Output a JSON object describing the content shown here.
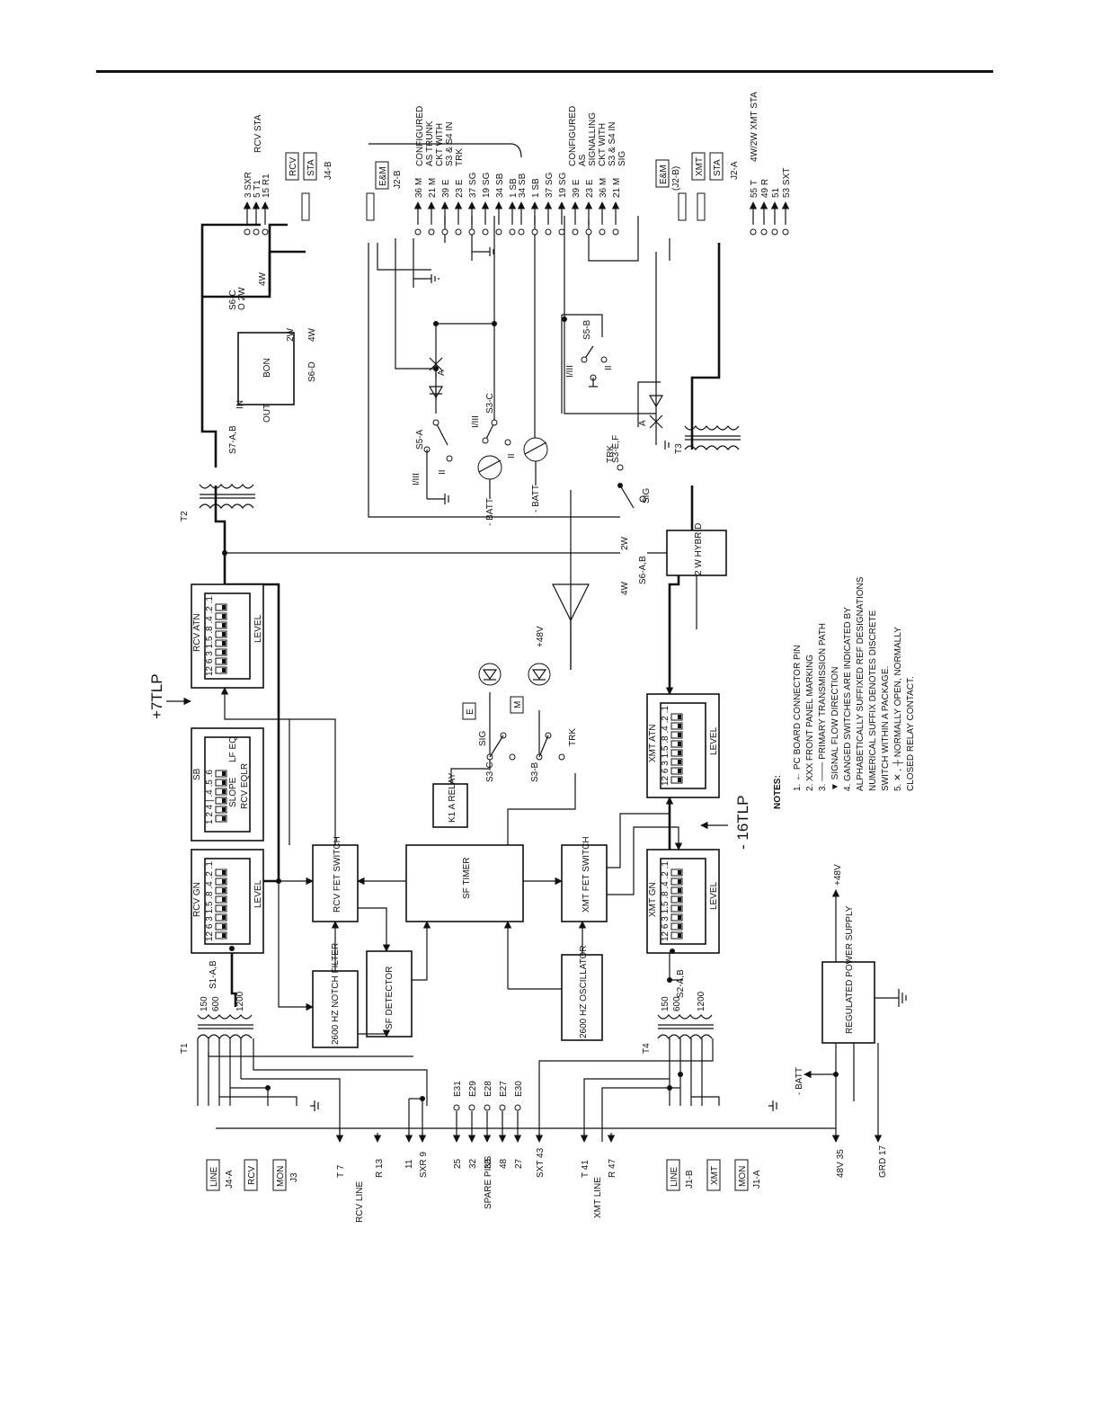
{
  "diagram": {
    "blocks": {
      "rcv_gn": "RCV GN",
      "sb": "SB",
      "rcv_atn": "RCV ATN",
      "xmt_atn": "XMT ATN",
      "xmt_gn": "XMT GN",
      "rcv_fet_switch": "RCV FET SWITCH",
      "sf_timer": "SF TIMER",
      "xmt_fet_switch": "XMT FET SWITCH",
      "notch_filter": "2600 HZ NOTCH FILTER",
      "sf_detector": "SF DETECTOR",
      "oscillator": "2600 HZ OSCILLATOR",
      "k1_relay": "K1 A RELAY",
      "bon": "BON",
      "hybrid": "2 W HYBRID",
      "power_supply": "REGULATED POWER SUPPLY"
    },
    "level_label": "LEVEL",
    "dip_values": "12 6 3 1.5 .8 .4 .2 .1",
    "sb_labels": {
      "dips": "1 2 4 | .4 .5 .6",
      "slope": "SLOPE",
      "lf_eq": "LF EQ",
      "rcv_eqlr": "RCV EQLR"
    },
    "tlp": {
      "plus7": "+7TLP",
      "minus16": "- 16TLP"
    },
    "transformers": [
      "T1",
      "T2",
      "T3",
      "T4"
    ],
    "switch_labels": {
      "s1": "S1-A,B",
      "s2": "S2-A,B",
      "s3b": "S3-B",
      "s3c_upper": "S3-C",
      "s3c_lower": "S3-C",
      "s3ef": "S3-E,F",
      "s5a": "S5-A",
      "s5b": "S5-B",
      "s6ab": "S6-A,B",
      "s6c": "S6-C",
      "s6d": "S6-D",
      "s7": "S7-A,B"
    },
    "impedance": [
      "150",
      "600",
      "1200"
    ],
    "pos_labels": {
      "two_w": "2W",
      "four_w": "4W",
      "o2w": "O 2W",
      "in": "IN",
      "out": "OUT",
      "sig": "SIG",
      "trk": "TRK",
      "i_iii": "I/III",
      "ii": "II",
      "a": "A",
      "e": "E",
      "m": "M",
      "plus48": "+48V",
      "minus_batt": "- BATT",
      "batt": "- BATT"
    },
    "panel_markings": {
      "line_rcv": "LINE",
      "j4a": "J4-A",
      "rcv": "RCV",
      "mon_rcv": "MON",
      "j3": "J3",
      "line_xmt": "LINE",
      "j1b": "J1-B",
      "xmt": "XMT",
      "mon_xmt": "MON",
      "j1a": "J1-A",
      "rcv_top": "RCV",
      "sta_top": "STA",
      "j4b": "J4-B",
      "rcv_sta": "RCV STA",
      "em_upper": "E&M",
      "j2b": "J2-B",
      "em_lower": "E&M",
      "u2b": "(J2-B)",
      "xmt_top": "XMT",
      "sta_bot": "STA",
      "j2a": "J2-A",
      "xmt_sta": "4W/2W XMT STA"
    },
    "left_pins": {
      "rcv_t": "T 7",
      "rcv_r": "R 13",
      "rcv_line": "RCV LINE",
      "sxr_11": "11",
      "sxr_9": "SXR 9",
      "spare": [
        {
          "pin": "25",
          "e": "E31"
        },
        {
          "pin": "32",
          "e": "E29"
        },
        {
          "pin": "33",
          "e": "E28"
        },
        {
          "pin": "48",
          "e": "E27"
        },
        {
          "pin": "27",
          "e": "E30"
        }
      ],
      "spare_pins": "SPARE PINS",
      "sxt": "SXT 43",
      "xmt_t": "T 41",
      "xmt_r": "R 47",
      "xmt_line": "XMT LINE",
      "v48": "48V 35",
      "grd": "GRD 17"
    },
    "right_pins": {
      "rcv_sta": [
        "3 SXR",
        "5 T1",
        "15 R1"
      ],
      "trunk": [
        "36 M",
        "21 M",
        "39 E",
        "23 E",
        "37 SG",
        "19 SG",
        "34 SB",
        "1 SB"
      ],
      "signalling": [
        "34 SB",
        "1 SB",
        "37 SG",
        "19 SG",
        "39 E",
        "23 E",
        "36 M",
        "21 M"
      ],
      "xmt_sta": [
        "55 T",
        "49 R",
        "51",
        "53 SXT"
      ]
    },
    "config_notes": {
      "trunk": "CONFIGURED AS TRUNK CKT WITH S3 & S4 IN TRK",
      "signalling": "CONFIGURED AS SIGNALLING CKT WITH S3 & S4 IN SIG"
    },
    "notes": {
      "heading": "NOTES:",
      "items": [
        "1. ← PC BOARD CONNECTOR PIN",
        "2. XXX FRONT PANEL MARKING",
        "3. ─── PRIMARY TRANSMISSION PATH",
        "   ▼ SIGNAL FLOW DIRECTION",
        "4. GANGED SWITCHES ARE INDICATED BY",
        "   ALPHABETICALLY SUFFIXED REF DESIGNATIONS",
        "   NUMERICAL SUFFIX DENOTES DISCRETE",
        "   SWITCH WITHIN A PACKAGE.",
        "5. ✕ , ┼ NORMALLY OPEN, NORMALLY",
        "   CLOSED RELAY CONTACT."
      ]
    }
  }
}
